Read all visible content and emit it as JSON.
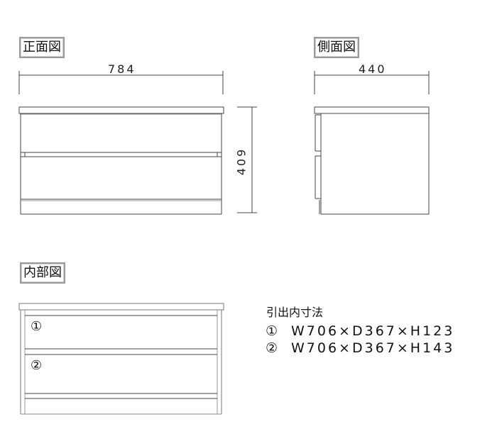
{
  "front_view": {
    "label": "正面図",
    "width_dim": "784",
    "height_dim": "409"
  },
  "side_view": {
    "label": "側面図",
    "depth_dim": "440"
  },
  "interior_view": {
    "label": "内部図",
    "drawer_markers": [
      "①",
      "②"
    ]
  },
  "drawer_specs": {
    "title": "引出内寸法",
    "rows": [
      {
        "marker": "①",
        "value": "W706×D367×H123"
      },
      {
        "marker": "②",
        "value": "W706×D367×H143"
      }
    ]
  }
}
